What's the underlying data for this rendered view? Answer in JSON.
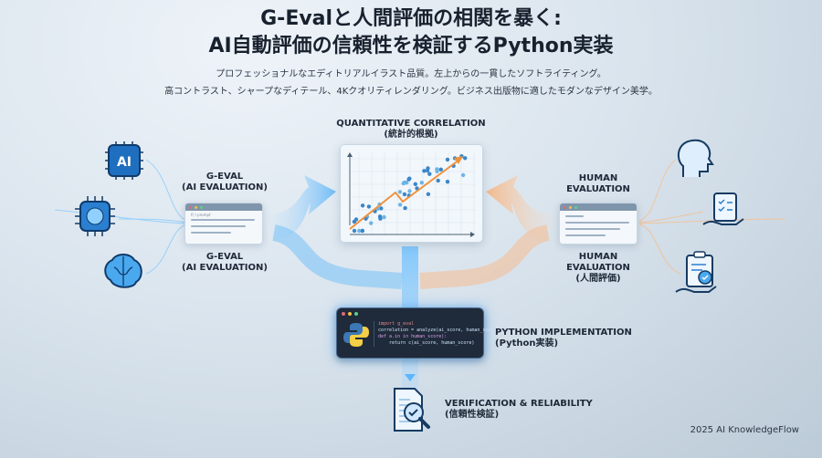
{
  "title": {
    "line1": "G-Evalと人間評価の相関を暴く:",
    "line2": "AI自動評価の信頼性を検証するPython実装"
  },
  "subtitle": {
    "line1": "プロフェッショナルなエディトリアルイラスト品質。左上からの一貫したソフトライティング。",
    "line2": "高コントラスト、シャープなディテール、4Kクオリティレンダリング。ビジネス出版物に適したモダンなデザイン美学。"
  },
  "left": {
    "label_top_1": "G-EVAL",
    "label_top_2": "(AI EVALUATION)",
    "label_bottom_1": "G-EVAL",
    "label_bottom_2": "(AI EVALUATION)",
    "window_text": "f(·) prompt",
    "icons": [
      "ai-chip-icon",
      "brain-circuit-icon",
      "brain-icon"
    ],
    "accent": "#3fa3f0"
  },
  "center": {
    "label_1": "QUANTITATIVE CORRELATION",
    "label_2": "(統計的根拠)",
    "trend_color": "#f0923a",
    "point_color": "#3a86c8"
  },
  "right": {
    "label_top_1": "HUMAN",
    "label_top_2": "EVALUATION",
    "label_bottom_1": "HUMAN",
    "label_bottom_2": "EVALUATION",
    "label_bottom_3": "(人間評価)",
    "icons": [
      "human-head-icon",
      "clipboard-hand-icon",
      "clipboard-check-icon"
    ],
    "accent": "#f3a46a"
  },
  "code": {
    "lines": [
      "import g_eval",
      "correlation = analyze(ai_score, human_score)",
      "",
      "def a.in in human_score):",
      "    return c(ai_score, human_score)"
    ],
    "label_1": "PYTHON IMPLEMENTATION",
    "label_2": "(Python実装)"
  },
  "verify": {
    "label_1": "VERIFICATION & RELIABILITY",
    "label_2": "(信頼性検証)"
  },
  "footer": "2025 AI KnowledgeFlow"
}
